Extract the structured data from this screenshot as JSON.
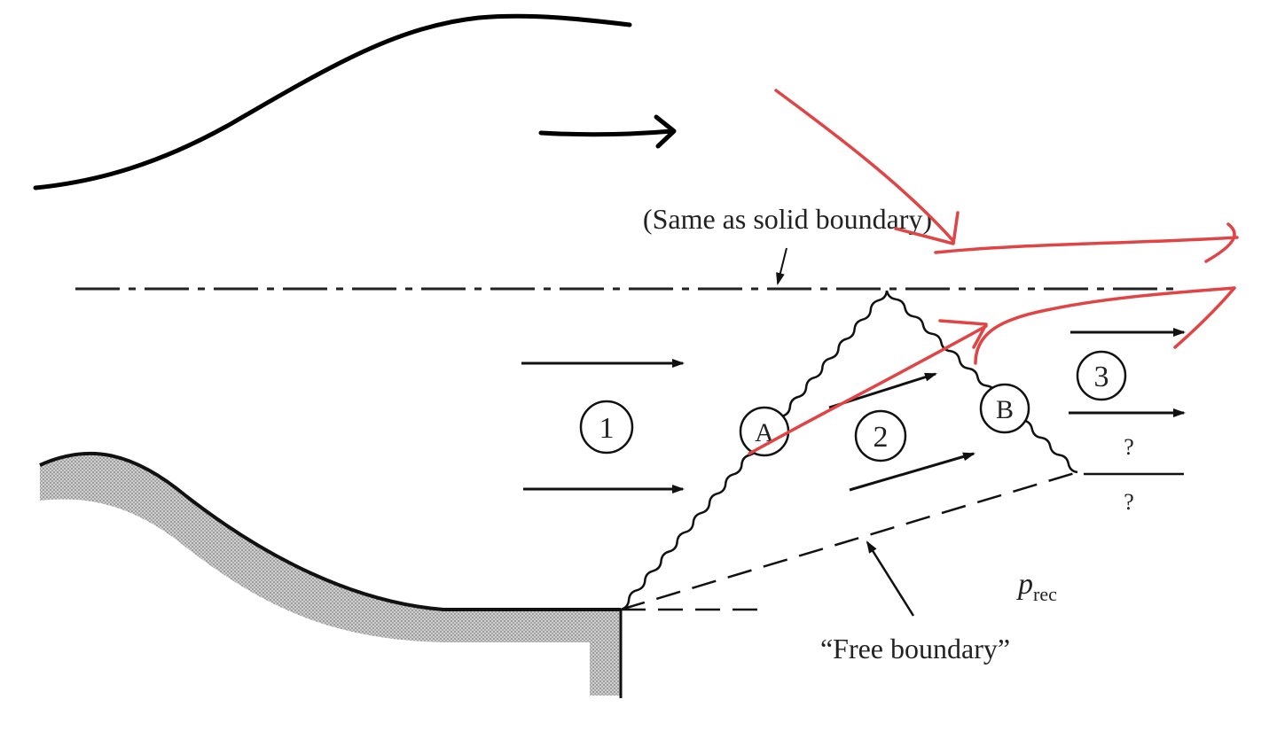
{
  "diagram": {
    "title_note": "(Same as solid boundary)",
    "free_boundary_label": "“Free boundary”",
    "regions": [
      {
        "label": "1"
      },
      {
        "label": "2"
      },
      {
        "label": "3"
      }
    ],
    "points": [
      {
        "label": "A"
      },
      {
        "label": "B"
      }
    ],
    "pressure_label": {
      "main": "p",
      "sub": "rec"
    },
    "unknown_marks": [
      "?",
      "?"
    ]
  },
  "colors": {
    "ink": "#111111",
    "annotation_red": "#e04444",
    "hatch": "#999999"
  }
}
